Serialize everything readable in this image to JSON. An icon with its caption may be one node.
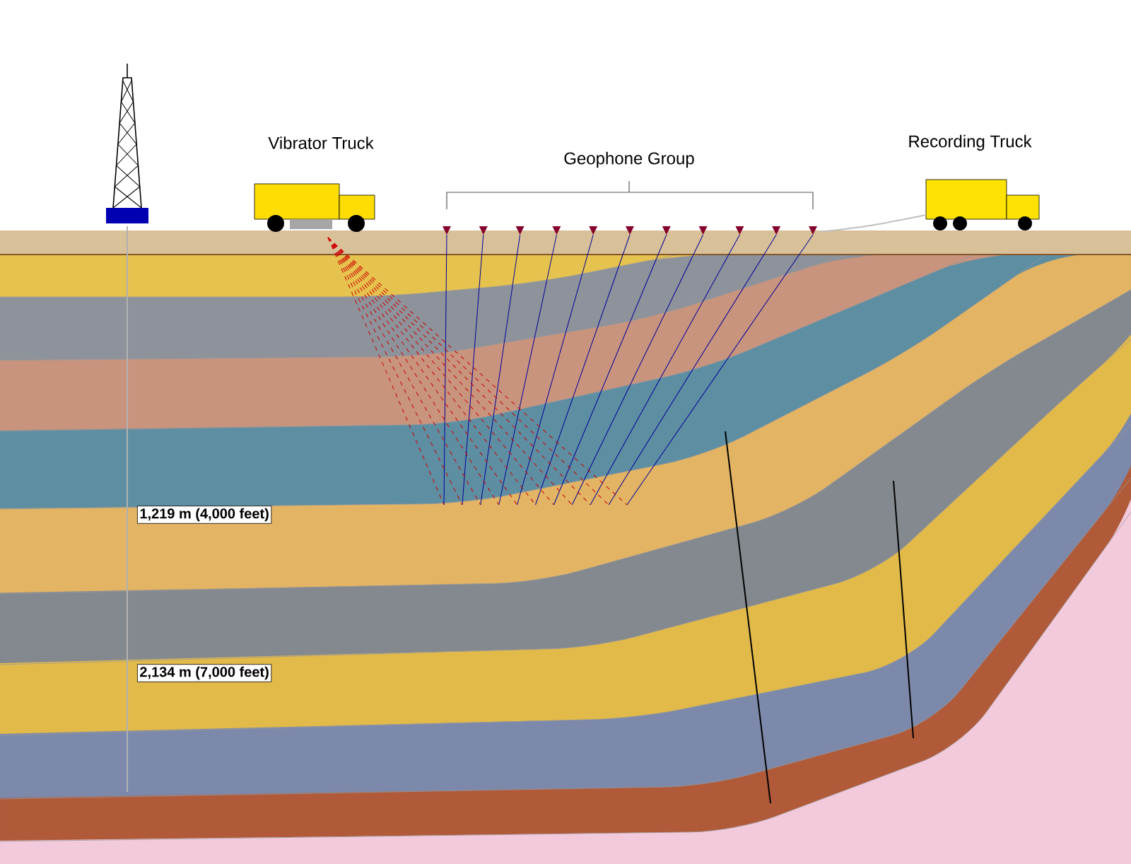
{
  "diagram": {
    "nodes": [
      {
        "text": [
          "1,219 m (4,000 feet)"
        ]
      },
      {
        "text": [
          "2,134 m (7,000 feet)"
        ]
      }
    ],
    "labels": [
      "Vibrator Truck",
      "Geophone Group",
      "Recording Truck"
    ]
  }
}
